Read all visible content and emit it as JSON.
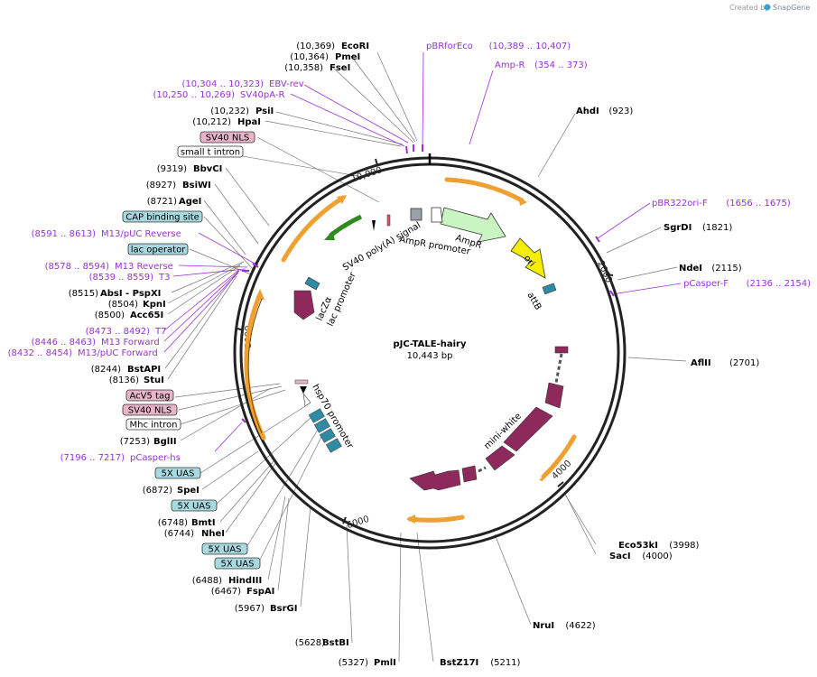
{
  "credit": {
    "prefix": "Created by",
    "brand": "SnapGene"
  },
  "plasmid": {
    "name": "pJC-TALE-hairy",
    "size_label": "10,443 bp"
  },
  "ticks": [
    "2000",
    "4000",
    "6000",
    "8000",
    "10,000"
  ],
  "colors": {
    "backbone": "#222222",
    "primer": "#9b30d9",
    "mini_white": "#8e2a5b",
    "uas": "#2f8aa3",
    "ori": "#f5ee00",
    "ampr": "#c9f5c2",
    "orange_feature": "#f0a030",
    "lac_z": "#2d8b1e",
    "box_pink": "#e8b4c8",
    "box_blue": "#a8d8e0"
  },
  "feature_labels": {
    "ampr": "AmpR",
    "ampr_promoter": "AmpR promoter",
    "sv40_polya": "SV40 poly(A) signal",
    "ori": "ori",
    "attb": "attB",
    "mini_white": "mini-white",
    "hsp70_promoter": "hsp70 promoter",
    "lac_z": "lacZα",
    "lac_promoter": "lac promoter"
  },
  "sites": [
    {
      "pos": "(10,369)",
      "name": "EcoRI"
    },
    {
      "pos": "(10,364)",
      "name": "PmeI"
    },
    {
      "pos": "(10,358)",
      "name": "FseI"
    },
    {
      "pos": "(10,232)",
      "name": "PsiI"
    },
    {
      "pos": "(10,212)",
      "name": "HpaI"
    },
    {
      "pos": "(9319)",
      "name": "BbvCI"
    },
    {
      "pos": "(8927)",
      "name": "BsiWI"
    },
    {
      "pos": "(8721)",
      "name": "AgeI"
    },
    {
      "pos": "(8515)",
      "name": "AbsI - PspXI"
    },
    {
      "pos": "(8504)",
      "name": "KpnI"
    },
    {
      "pos": "(8500)",
      "name": "Acc65I"
    },
    {
      "pos": "(8244)",
      "name": "BstAPI"
    },
    {
      "pos": "(8136)",
      "name": "StuI"
    },
    {
      "pos": "(7253)",
      "name": "BglII"
    },
    {
      "pos": "(6872)",
      "name": "SpeI"
    },
    {
      "pos": "(6748)",
      "name": "BmtI"
    },
    {
      "pos": "(6744)",
      "name": "NheI"
    },
    {
      "pos": "(6488)",
      "name": "HindIII"
    },
    {
      "pos": "(6467)",
      "name": "FspAI"
    },
    {
      "pos": "(5967)",
      "name": "BsrGI"
    },
    {
      "pos": "(5628)",
      "name": "BstBI"
    },
    {
      "pos": "(5327)",
      "name": "PmlI"
    },
    {
      "pos": "(5211)",
      "name": "BstZ17I"
    },
    {
      "pos": "(4622)",
      "name": "NruI"
    },
    {
      "pos": "(3998)",
      "name": "Eco53kI"
    },
    {
      "pos": "(4000)",
      "name": "SacI"
    },
    {
      "pos": "(2701)",
      "name": "AflII"
    },
    {
      "pos": "(2115)",
      "name": "NdeI"
    },
    {
      "pos": "(1821)",
      "name": "SgrDI"
    },
    {
      "pos": "(923)",
      "name": "AhdI"
    }
  ],
  "primers": [
    {
      "name": "pBRforEco",
      "range": "(10,389 .. 10,407)"
    },
    {
      "name": "Amp-R",
      "range": "(354 .. 373)"
    },
    {
      "name": "EBV-rev",
      "range": "(10,304 .. 10,323)"
    },
    {
      "name": "SV40pA-R",
      "range": "(10,250 .. 10,269)"
    },
    {
      "name": "M13/pUC Reverse",
      "range": "(8591 .. 8613)"
    },
    {
      "name": "M13 Reverse",
      "range": "(8578 .. 8594)"
    },
    {
      "name": "T3",
      "range": "(8539 .. 8559)"
    },
    {
      "name": "T7",
      "range": "(8473 .. 8492)"
    },
    {
      "name": "M13 Forward",
      "range": "(8446 .. 8463)"
    },
    {
      "name": "M13/pUC Forward",
      "range": "(8432 .. 8454)"
    },
    {
      "name": "pCasper-hs",
      "range": "(7196 .. 7217)"
    },
    {
      "name": "pBR322ori-F",
      "range": "(1656 .. 1675)"
    },
    {
      "name": "pCasper-F",
      "range": "(2136 .. 2154)"
    }
  ],
  "boxes": [
    {
      "label": "SV40 NLS",
      "color": "#e8b4c8"
    },
    {
      "label": "small t intron",
      "color": "#ffffff"
    },
    {
      "label": "CAP binding site",
      "color": "#a8d8e0"
    },
    {
      "label": "lac operator",
      "color": "#a8d8e0"
    },
    {
      "label": "AcV5 tag",
      "color": "#e8b4c8"
    },
    {
      "label": "SV40 NLS",
      "color": "#e8b4c8"
    },
    {
      "label": "Mhc intron",
      "color": "#ffffff"
    },
    {
      "label": "5X UAS",
      "color": "#a8d8e0"
    },
    {
      "label": "5X UAS",
      "color": "#a8d8e0"
    },
    {
      "label": "5X UAS",
      "color": "#a8d8e0"
    },
    {
      "label": "5X UAS",
      "color": "#a8d8e0"
    }
  ]
}
